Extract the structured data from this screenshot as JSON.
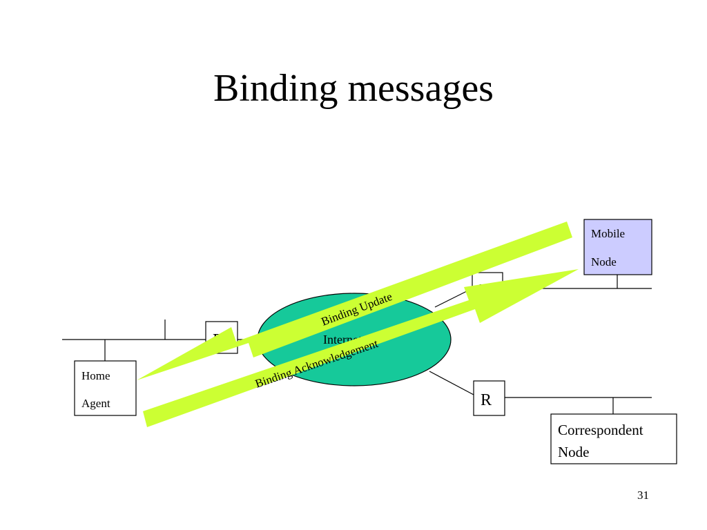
{
  "title": "Binding messages",
  "page_number": "31",
  "colors": {
    "ellipse_fill": "#16c99a",
    "mobile_node_fill": "#ccccff",
    "arrow_fill": "#ccff33"
  },
  "nodes": {
    "home_agent": [
      "Home",
      "Agent"
    ],
    "mobile_node": [
      "Mobile",
      "Node"
    ],
    "correspondent_node": [
      "Correspondent",
      "Node"
    ],
    "router_left": "R",
    "router_top": "R",
    "router_bottom": "R",
    "internet": "Internet"
  },
  "arrows": {
    "update": "Binding Update",
    "acknowledgement": "Binding Acknowledgement"
  }
}
